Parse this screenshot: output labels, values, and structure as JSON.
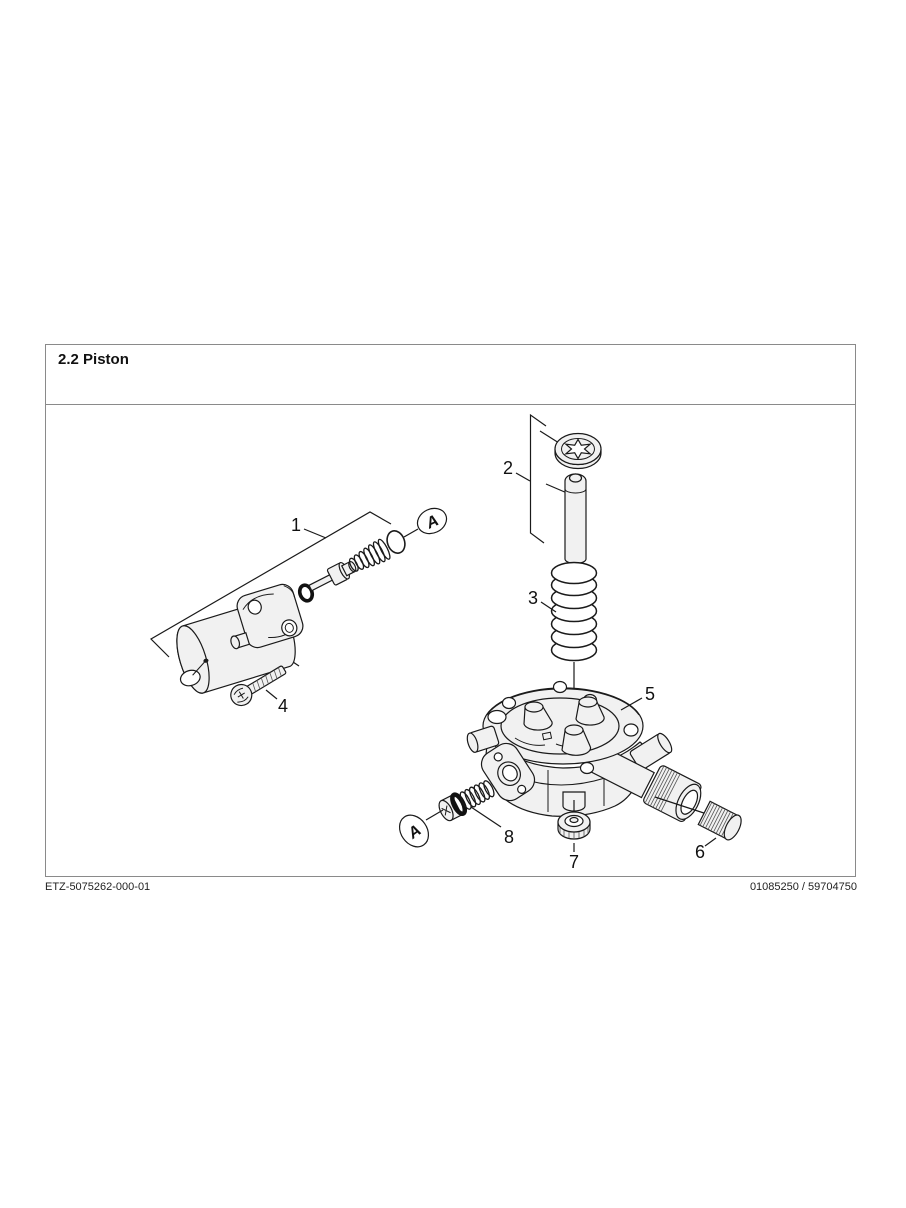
{
  "header": {
    "title": "2.2 Piston"
  },
  "footer": {
    "doc_number": "ETZ-5075262-000-01",
    "part_numbers": "01085250 / 59704750"
  },
  "diagram": {
    "callouts": [
      {
        "label": "1"
      },
      {
        "label": "2"
      },
      {
        "label": "3"
      },
      {
        "label": "4"
      },
      {
        "label": "5"
      },
      {
        "label": "6"
      },
      {
        "label": "7"
      },
      {
        "label": "8"
      }
    ],
    "markers": {
      "top": "A",
      "bottom": "A"
    }
  },
  "colors": {
    "line": "#1a1a1a",
    "frame_border": "#8a8a8a",
    "part_fill": "#f1f1f1",
    "knurl_fill": "#cfcfcf"
  }
}
